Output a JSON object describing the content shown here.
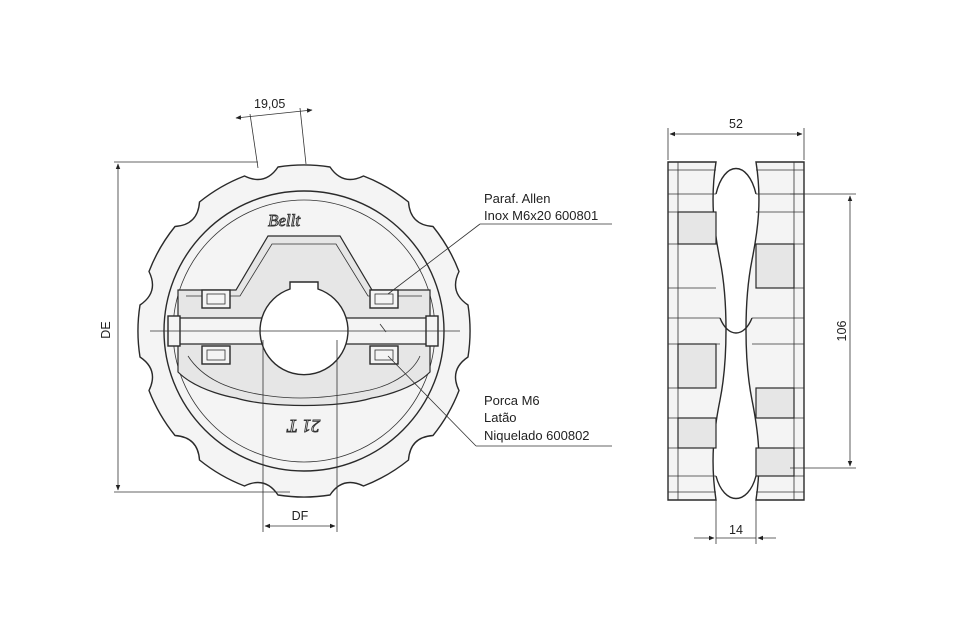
{
  "dimensions": {
    "pitch": "19,05",
    "outer_diameter": "DE",
    "bore_diameter": "DF",
    "width": "52",
    "height": "106",
    "groove": "14"
  },
  "brand_mark": "Bellt",
  "tooth_count": "21 T",
  "callouts": {
    "screw": {
      "line1": "Paraf. Allen",
      "line2": "Inox M6x20 600801"
    },
    "nut": {
      "line1": "Porca M6",
      "line2": "Latão",
      "line3": "Niquelado 600802"
    }
  }
}
